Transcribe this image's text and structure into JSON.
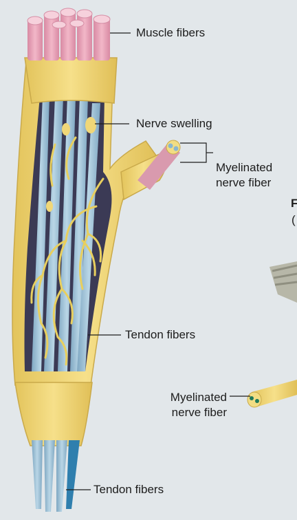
{
  "labels": {
    "muscle_fibers": "Muscle fibers",
    "nerve_swelling": "Nerve swelling",
    "myelinated_nerve_fiber_top_1": "Myelinated",
    "myelinated_nerve_fiber_top_2": "nerve fiber",
    "tendon_fibers_mid": "Tendon fibers",
    "myelinated_nerve_fiber_bottom_1": "Myelinated",
    "myelinated_nerve_fiber_bottom_2": "nerve fiber",
    "tendon_fibers_bottom": "Tendon fibers",
    "cropped_fragment_1": "F",
    "cropped_fragment_2": "("
  },
  "colors": {
    "background": "#e2e7ea",
    "capsule": "#f0d778",
    "capsule_outline": "#c9a94a",
    "interior": "#3b3a55",
    "tendon": "#9cc0d6",
    "muscle": "#e7a3b8",
    "nerve_branch": "#e8cf5e"
  }
}
